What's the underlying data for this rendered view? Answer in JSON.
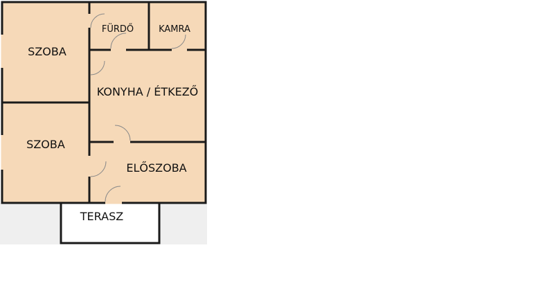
{
  "floor_plan": {
    "colors": {
      "room_fill": "#f6d9b8",
      "wall": "#1a1a1a",
      "outside": "#efefef",
      "door": "#8a8a8a",
      "terrace_fill": "#ffffff"
    },
    "rooms": [
      {
        "id": "szoba-1",
        "label": "SZOBA"
      },
      {
        "id": "furdo",
        "label": "FÜRDŐ"
      },
      {
        "id": "kamra",
        "label": "KAMRA"
      },
      {
        "id": "konyha-etkezo",
        "label": "KONYHA / ÉTKEZŐ"
      },
      {
        "id": "szoba-2",
        "label": "SZOBA"
      },
      {
        "id": "eloszoba",
        "label": "ELŐSZOBA"
      },
      {
        "id": "terasz",
        "label": "TERASZ"
      }
    ]
  }
}
